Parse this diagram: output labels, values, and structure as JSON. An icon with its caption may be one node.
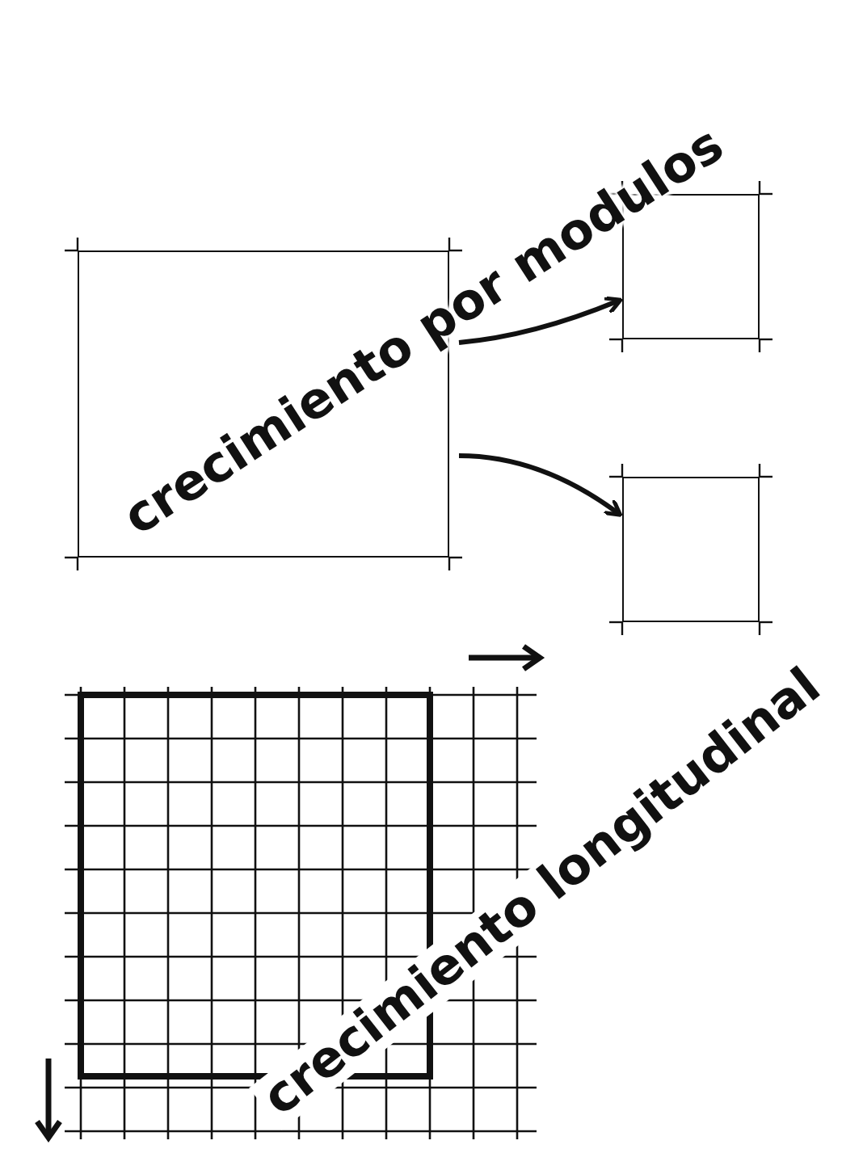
{
  "diagram": {
    "nodes": [
      {
        "text": [],
        "shape": "box"
      },
      {
        "text": [],
        "shape": "box"
      },
      {
        "text": [],
        "shape": "box"
      }
    ],
    "edges": [
      {
        "from": 0,
        "to": 1,
        "arrow": "to"
      },
      {
        "from": 0,
        "to": 2,
        "arrow": "to"
      }
    ],
    "labels": [
      "crecimiento por modulos",
      "crecimiento longitudinal"
    ]
  }
}
